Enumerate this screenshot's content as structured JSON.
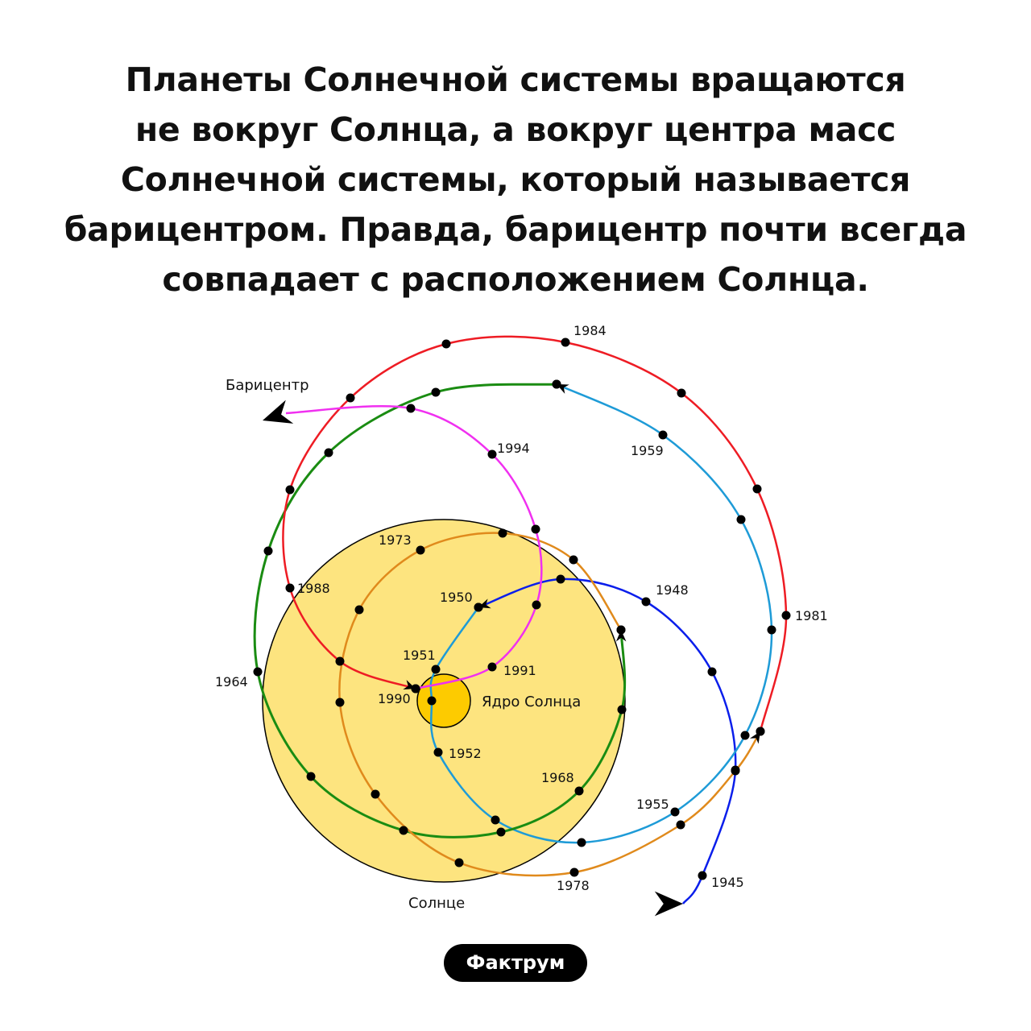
{
  "title_lines": [
    "Планеты Солнечной системы вращаются",
    "не вокруг Солнца, а вокруг центра масс",
    "Солнечной системы, который называется",
    "барицентром. Правда, барицентр почти всегда",
    "совпадает с расположением Солнца."
  ],
  "diagram": {
    "barycenter_label": "Барицентр",
    "sun_label": "Солнце",
    "core_label": "Ядро Солнца",
    "years": [
      "1945",
      "1948",
      "1950",
      "1951",
      "1952",
      "1955",
      "1959",
      "1964",
      "1968",
      "1973",
      "1978",
      "1981",
      "1984",
      "1988",
      "1990",
      "1991",
      "1994"
    ],
    "colors": {
      "sun_fill": "#FDE47F",
      "core_fill": "#FDCB00",
      "path_1945_1950": "#0A1EEB",
      "path_1950_1959": "#1E9BD7",
      "path_1959_1968": "#1A8C12",
      "path_1968_1981": "#E08A1C",
      "path_1981_1990": "#EE1C24",
      "path_1990_1995": "#F030F0"
    }
  },
  "logo": "Фактрум"
}
